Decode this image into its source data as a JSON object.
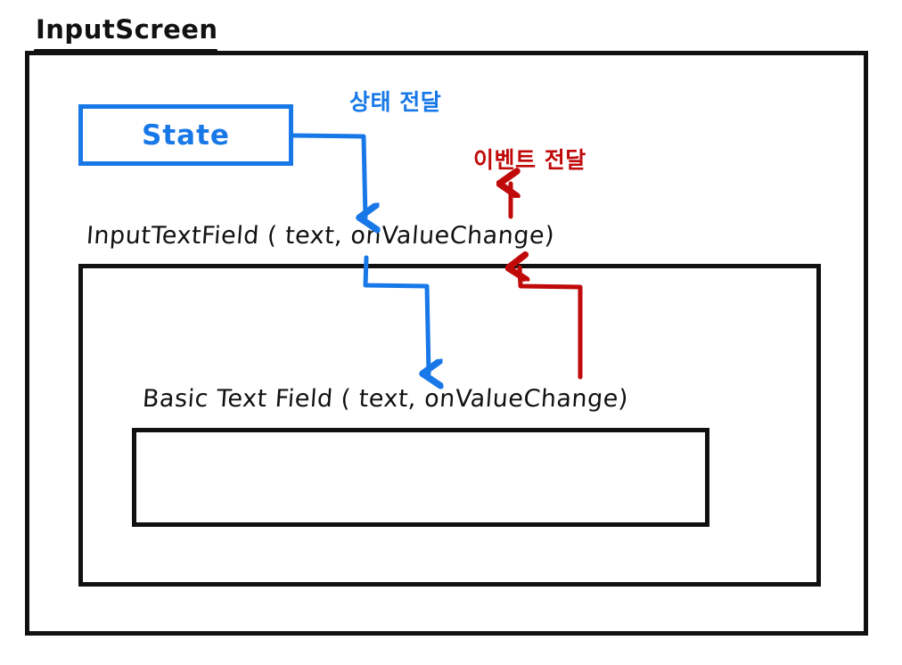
{
  "diagram": {
    "title": "InputScreen",
    "style": "hand-drawn whiteboard sketch",
    "colors": {
      "ink": "#111111",
      "state_blue": "#1878e8",
      "event_red": "#c00a0a",
      "background": "#ffffff"
    },
    "boxes": {
      "outer": {
        "name": "InputScreen",
        "label": "InputScreen"
      },
      "state": {
        "label": "State"
      },
      "middle": {
        "label": "InputTextField ( text,  onValueChange)"
      },
      "inner": {
        "label": "Basic Text Field ( text,  onValueChange)"
      },
      "textfield": {
        "label": ""
      }
    },
    "labels": {
      "input_text_field": "InputTextField  ( text,  onValueChange)",
      "basic_text_field": "Basic Text Field ( text,  onValueChange)"
    },
    "annotations": {
      "state_flow": "상태 전달",
      "event_flow": "이벤트 전달"
    },
    "arrows": [
      {
        "name": "state-to-inputtextfield",
        "color": "#1878e8",
        "direction": "down",
        "from": "State",
        "to": "InputTextField"
      },
      {
        "name": "inputtextfield-to-basictextfield",
        "color": "#1878e8",
        "direction": "down",
        "from": "InputTextField",
        "to": "Basic Text Field"
      },
      {
        "name": "basictextfield-to-inputtextfield-event",
        "color": "#c00a0a",
        "direction": "up",
        "from": "Basic Text Field",
        "to": "InputTextField"
      },
      {
        "name": "inputtextfield-to-state-event",
        "color": "#c00a0a",
        "direction": "up",
        "from": "InputTextField",
        "to": "이벤트 전달"
      }
    ]
  }
}
